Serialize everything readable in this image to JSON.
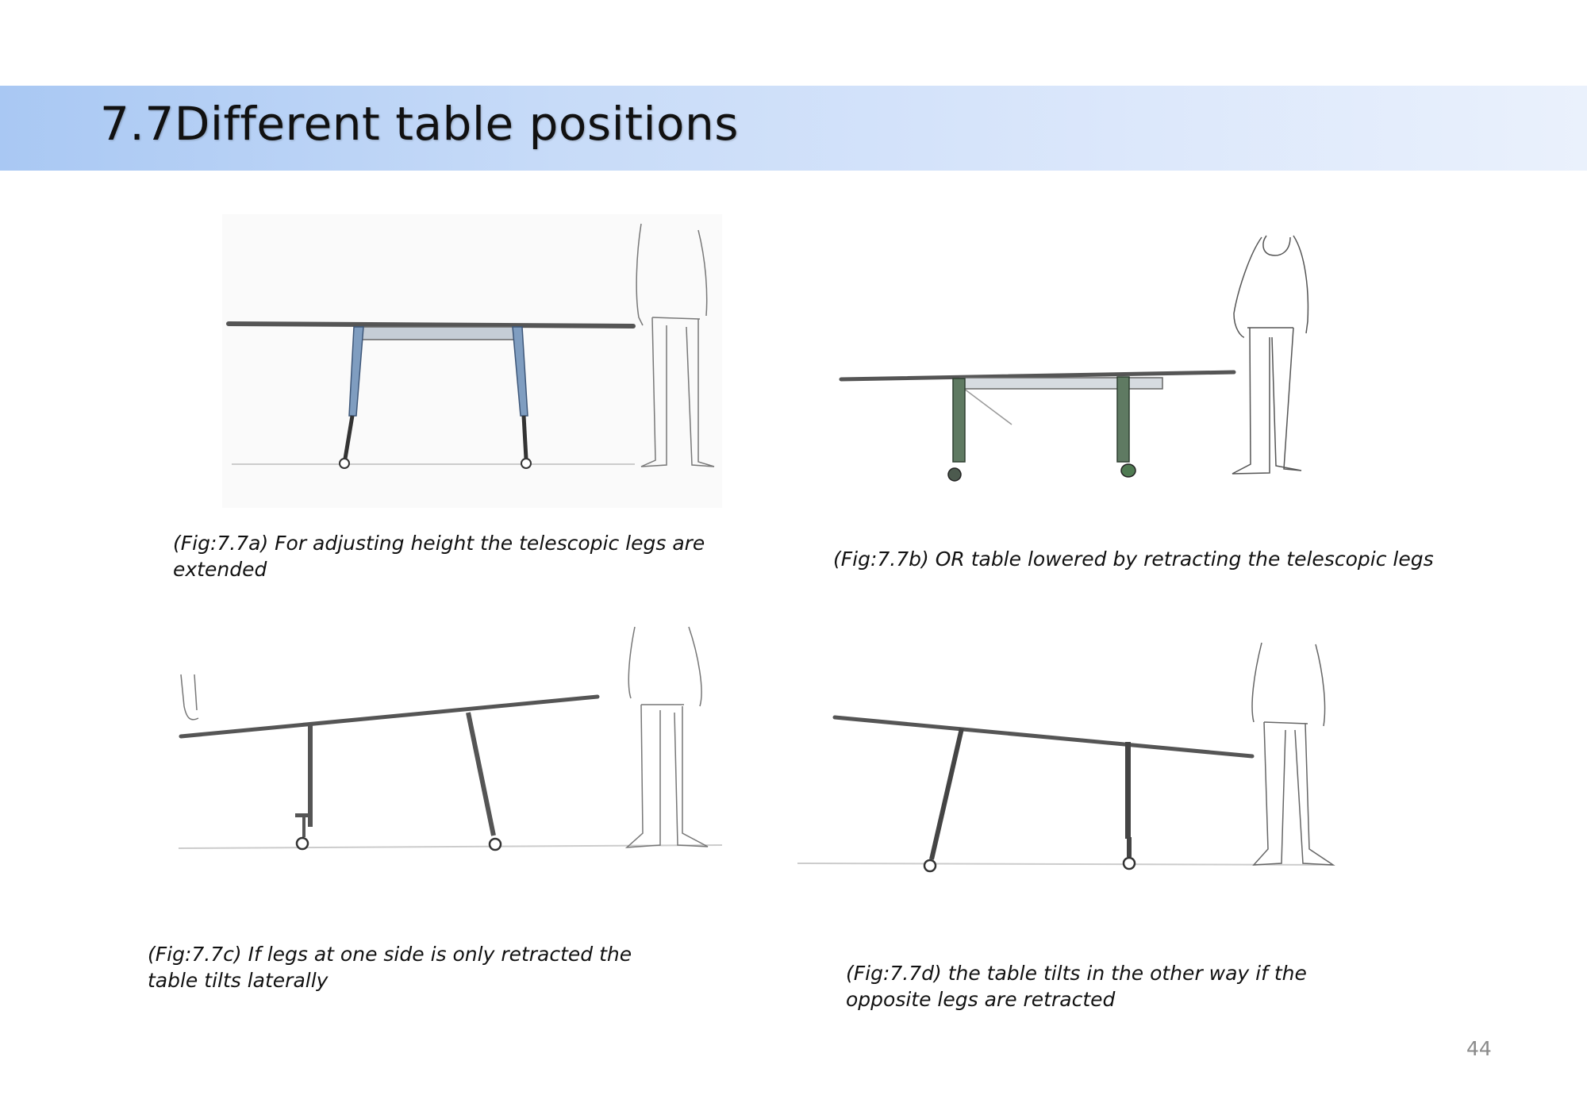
{
  "header": {
    "title": "7.7Different table positions",
    "band_gradient_start": "#a9c8f3",
    "band_gradient_end": "#eaf1fc"
  },
  "figures": [
    {
      "id": "7.7a",
      "caption_lines": [
        "(Fig:7.7a)  For adjusting height the telescopic legs are",
        "extended"
      ]
    },
    {
      "id": "7.7b",
      "caption_lines": [
        "(Fig:7.7b)  OR table  lowered by retracting the telescopic legs"
      ]
    },
    {
      "id": "7.7c",
      "caption_lines": [
        "(Fig:7.7c)  If legs at one side is only retracted the",
        "table tilts laterally"
      ]
    },
    {
      "id": "7.7d",
      "caption_lines": [
        "(Fig:7.7d) the table tilts  in the other way  if the",
        "opposite legs are retracted"
      ]
    }
  ],
  "colors": {
    "leg_blue": "#6f8fb3",
    "leg_green": "#5f7a62",
    "sketch_line": "#333333",
    "page_number": "#8a8a8a"
  },
  "page_number": "44"
}
